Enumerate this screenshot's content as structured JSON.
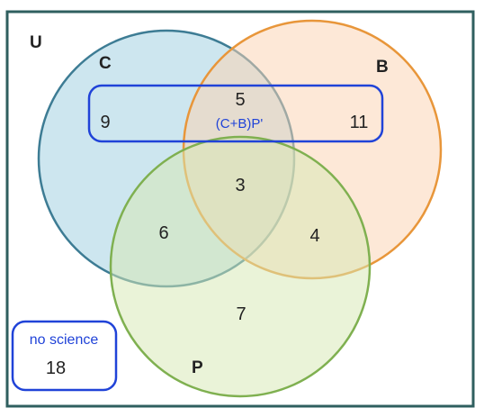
{
  "universe_label": "U",
  "sets": {
    "c": {
      "label": "C",
      "fill": "#9fcfe0",
      "stroke": "#3d7c94"
    },
    "b": {
      "label": "B",
      "fill": "#fcd2b3",
      "stroke": "#e8963a"
    },
    "p": {
      "label": "P",
      "fill": "#d7e8b5",
      "stroke": "#7fb050"
    }
  },
  "regions": {
    "c_only": "9",
    "c_and_b_only": "5",
    "b_only": "11",
    "all_three": "3",
    "c_and_p_only": "6",
    "b_and_p_only": "4",
    "p_only": "7"
  },
  "highlight_box": {
    "label": "(C+B)P'",
    "color": "#2043d8"
  },
  "no_science_box": {
    "label": "no science",
    "value": "18",
    "color": "#2043d8"
  },
  "colors": {
    "frame": "#2f5f5f",
    "text": "#222222"
  }
}
